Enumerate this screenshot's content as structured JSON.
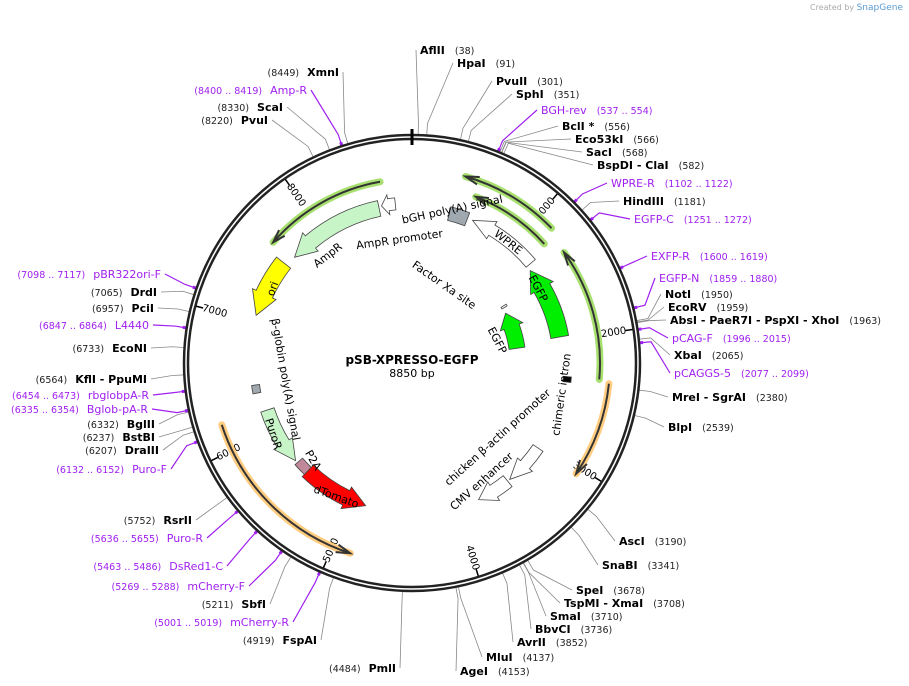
{
  "credit": {
    "prefix": "Created by",
    "brand": "SnapGene"
  },
  "plasmid": {
    "name": "pSB-XPRESSO-EGFP",
    "length_label": "8850 bp",
    "length": 8850
  },
  "ticks": [
    "1000",
    "2000",
    "3000",
    "4000",
    "5000",
    "6000",
    "7000",
    "8000"
  ],
  "enzymes": [
    {
      "name": "AflII",
      "pos": 38
    },
    {
      "name": "HpaI",
      "pos": 91
    },
    {
      "name": "PvuII",
      "pos": 301
    },
    {
      "name": "SphI",
      "pos": 351
    },
    {
      "name": "BclI *",
      "pos": 556
    },
    {
      "name": "Eco53kI",
      "pos": 566
    },
    {
      "name": "SacI",
      "pos": 568
    },
    {
      "name": "BspDI  - ClaI",
      "pos": 582
    },
    {
      "name": "HindIII",
      "pos": 1181
    },
    {
      "name": "NotI",
      "pos": 1950
    },
    {
      "name": "EcoRV",
      "pos": 1959
    },
    {
      "name": "AbsI  - PaeR7I  - PspXI  - XhoI",
      "pos": 1963
    },
    {
      "name": "XbaI",
      "pos": 2065
    },
    {
      "name": "MreI  - SgrAI",
      "pos": 2380
    },
    {
      "name": "BlpI",
      "pos": 2539
    },
    {
      "name": "AscI",
      "pos": 3190
    },
    {
      "name": "SnaBI",
      "pos": 3341
    },
    {
      "name": "SpeI",
      "pos": 3678
    },
    {
      "name": "TspMI  - XmaI",
      "pos": 3708
    },
    {
      "name": "SmaI",
      "pos": 3710
    },
    {
      "name": "BbvCI",
      "pos": 3736
    },
    {
      "name": "AvrII",
      "pos": 3852
    },
    {
      "name": "MluI",
      "pos": 4137
    },
    {
      "name": "AgeI",
      "pos": 4153
    },
    {
      "name": "PmlI",
      "pos": 4484
    },
    {
      "name": "FspAI",
      "pos": 4919
    },
    {
      "name": "SbfI",
      "pos": 5211
    },
    {
      "name": "RsrII",
      "pos": 5752
    },
    {
      "name": "DraIII",
      "pos": 6207
    },
    {
      "name": "BstBI",
      "pos": 6237
    },
    {
      "name": "BglII",
      "pos": 6332
    },
    {
      "name": "KflI  - PpuMI",
      "pos": 6564
    },
    {
      "name": "EcoNI",
      "pos": 6733
    },
    {
      "name": "PciI",
      "pos": 6957
    },
    {
      "name": "DrdI",
      "pos": 7065
    },
    {
      "name": "PvuI",
      "pos": 8220
    },
    {
      "name": "ScaI",
      "pos": 8330
    },
    {
      "name": "XmnI",
      "pos": 8449
    }
  ],
  "primers": [
    {
      "name": "BGH-rev",
      "range": "537 .. 554",
      "pos": 545
    },
    {
      "name": "WPRE-R",
      "range": "1102 .. 1122",
      "pos": 1112
    },
    {
      "name": "EGFP-C",
      "range": "1251 .. 1272",
      "pos": 1261
    },
    {
      "name": "EXFP-R",
      "range": "1600 .. 1619",
      "pos": 1610
    },
    {
      "name": "EGFP-N",
      "range": "1859 .. 1880",
      "pos": 1870
    },
    {
      "name": "pCAG-F",
      "range": "1996 .. 2015",
      "pos": 2005
    },
    {
      "name": "pCAGGS-5",
      "range": "2077 .. 2099",
      "pos": 2088
    },
    {
      "name": "mCherry-R",
      "range": "5001 .. 5019",
      "pos": 5010
    },
    {
      "name": "mCherry-F",
      "range": "5269 .. 5288",
      "pos": 5278
    },
    {
      "name": "DsRed1-C",
      "range": "5463 .. 5486",
      "pos": 5474
    },
    {
      "name": "Puro-R",
      "range": "5636 .. 5655",
      "pos": 5645
    },
    {
      "name": "Puro-F",
      "range": "6132 .. 6152",
      "pos": 6142
    },
    {
      "name": "Bglob-pA-R",
      "range": "6335 .. 6354",
      "pos": 6344
    },
    {
      "name": "rbglobpA-R",
      "range": "6454 .. 6473",
      "pos": 6463
    },
    {
      "name": "L4440",
      "range": "6847 .. 6864",
      "pos": 6855
    },
    {
      "name": "pBR322ori-F",
      "range": "7098 .. 7117",
      "pos": 7107
    },
    {
      "name": "Amp-R",
      "range": "8400 .. 8419",
      "pos": 8410
    }
  ],
  "features": [
    {
      "name": "AmpR",
      "color": "#c8f5c8"
    },
    {
      "name": "AmpR promoter",
      "color": "#ffffff"
    },
    {
      "name": "ori",
      "color": "#ffff00"
    },
    {
      "name": "bGH poly(A) signal",
      "color": "#a0a8b0"
    },
    {
      "name": "WPRE",
      "color": "#ffffff"
    },
    {
      "name": "EGFP",
      "color": "#00ee00"
    },
    {
      "name": "Factor Xa site",
      "color": "#ffffff"
    },
    {
      "name": "EGFP",
      "color": "#00ee00"
    },
    {
      "name": "chimeric intron",
      "color": "#000000"
    },
    {
      "name": "chicken β-actin promoter",
      "color": "#ffffff"
    },
    {
      "name": "CMV enhancer",
      "color": "#ffffff"
    },
    {
      "name": "dTomato",
      "color": "#ff0000"
    },
    {
      "name": "P2A",
      "color": "#c08898"
    },
    {
      "name": "PuroR",
      "color": "#c8f5c8"
    },
    {
      "name": "β-globin poly(A) signal",
      "color": "#a0a8b0"
    }
  ],
  "colors": {
    "primer": "#a020f0",
    "orf_green": "#a8e070",
    "orf_orange": "#ffcc80",
    "backbone": "#222222"
  }
}
